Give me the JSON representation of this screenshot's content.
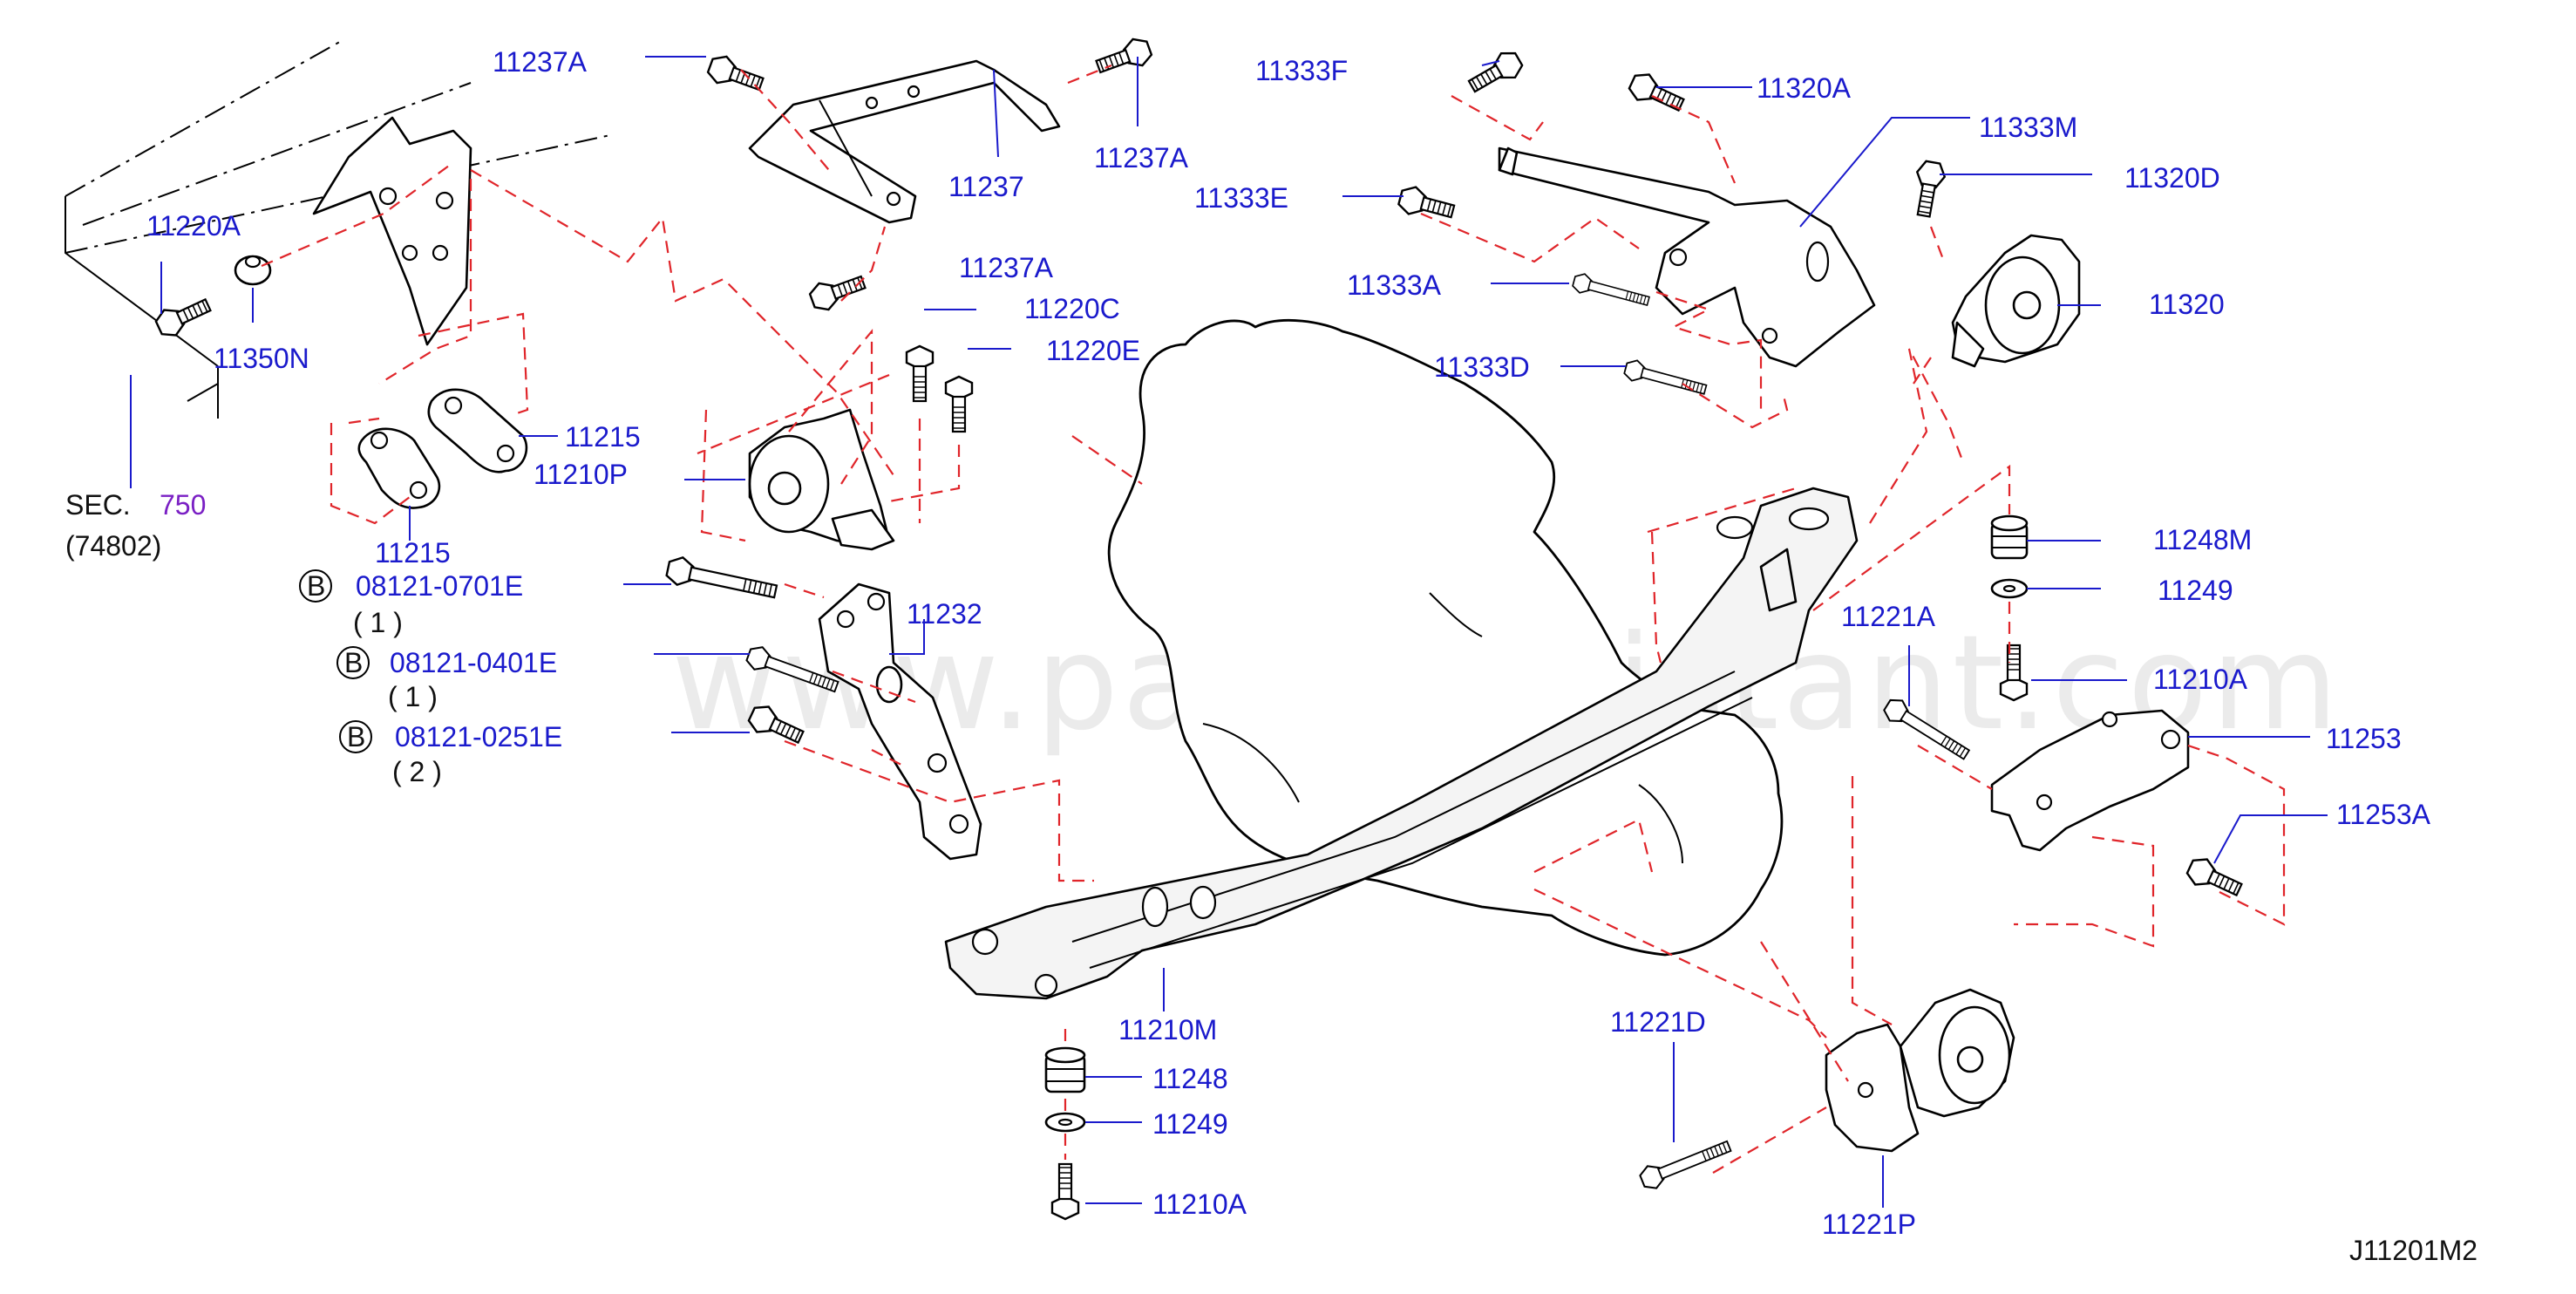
{
  "diagram_code": "J11201M2",
  "watermark": "www.partsassistant.com",
  "section_ref": {
    "prefix": "SEC.",
    "number": "750",
    "sub": "(74802)"
  },
  "parts": {
    "p11237A_a": "11237A",
    "p11237A_b": "11237A",
    "p11237A_c": "11237A",
    "p11237": "11237",
    "p11333F": "11333F",
    "p11320A": "11320A",
    "p11333M": "11333M",
    "p11320D": "11320D",
    "p11333E": "11333E",
    "p11333A": "11333A",
    "p11320": "11320",
    "p11333D": "11333D",
    "p11220A": "11220A",
    "p11350N": "11350N",
    "p11220C": "11220C",
    "p11220E": "11220E",
    "p11215_a": "11215",
    "p11215_b": "11215",
    "p11210P": "11210P",
    "p11232": "11232",
    "p11248M": "11248M",
    "p11249_a": "11249",
    "p11221A": "11221A",
    "p11210A_a": "11210A",
    "p11253": "11253",
    "p11253A": "11253A",
    "p11210M": "11210M",
    "p11248": "11248",
    "p11249_b": "11249",
    "p11210A_b": "11210A",
    "p11221D": "11221D",
    "p11221P": "11221P"
  },
  "bolts_b": [
    {
      "badge": "B",
      "part": "08121-0701E",
      "qty": "( 1 )"
    },
    {
      "badge": "B",
      "part": "08121-0401E",
      "qty": "( 1 )"
    },
    {
      "badge": "B",
      "part": "08121-0251E",
      "qty": "( 2 )"
    }
  ],
  "colors": {
    "label": "#1a1acc",
    "dashed_leader": "#e0252a",
    "section_number": "#7a1fc4",
    "line": "#000000"
  }
}
